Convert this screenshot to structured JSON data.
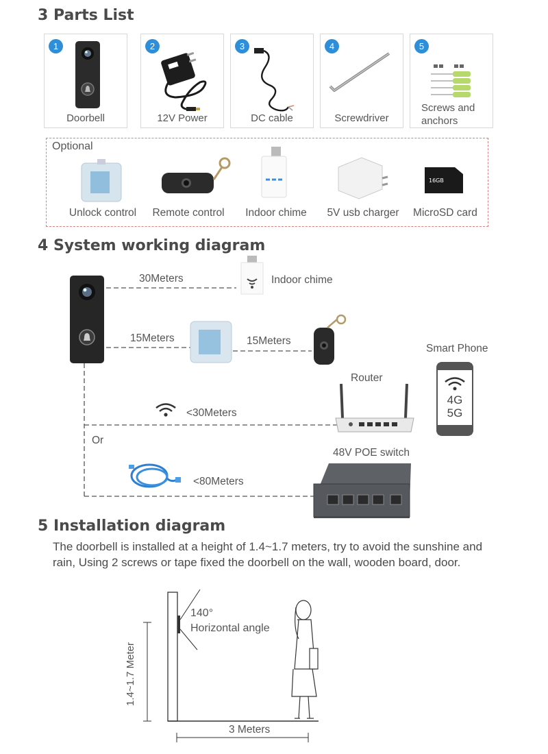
{
  "sections": {
    "parts_title": "3 Parts List",
    "system_title": "4 System working diagram",
    "install_title": "5  Installation diagram"
  },
  "parts": [
    {
      "number": "1",
      "label": "Doorbell",
      "icon": "doorbell-icon"
    },
    {
      "number": "2",
      "label": "12V Power",
      "icon": "power-adapter-icon"
    },
    {
      "number": "3",
      "label": "DC cable",
      "icon": "dc-cable-icon"
    },
    {
      "number": "4",
      "label": "Screwdriver",
      "icon": "screwdriver-icon"
    },
    {
      "number": "5",
      "label_line1": "Screws and",
      "label_line2": "anchors",
      "icon": "screws-icon"
    }
  ],
  "optional": {
    "title": "Optional",
    "items": [
      {
        "label": "Unlock control",
        "icon": "unlock-module-icon"
      },
      {
        "label": "Remote control",
        "icon": "remote-fob-icon"
      },
      {
        "label": "Indoor chime",
        "icon": "chime-icon"
      },
      {
        "label": "5V usb charger",
        "icon": "usb-charger-icon"
      },
      {
        "label": "MicroSD card",
        "icon": "microsd-icon"
      }
    ]
  },
  "system": {
    "chime_distance": "30Meters",
    "chime_label": "Indoor chime",
    "unlock_distance": "15Meters",
    "remote_distance": "15Meters",
    "smartphone_label": "Smart Phone",
    "phone_4g": "4G",
    "phone_5g": "5G",
    "router_label": "Router",
    "wifi_distance": "<30Meters",
    "or_label": "Or",
    "poe_label": "48V POE switch",
    "cable_distance": "<80Meters"
  },
  "install": {
    "description": "The doorbell is installed at a height of 1.4~1.7 meters, try to avoid the sunshine and rain, Using 2 screws or tape fixed the doorbell on the wall, wooden board, door.",
    "angle_value": "140°",
    "angle_label": "Horizontal angle",
    "height_label": "1.4~1.7 Meter",
    "distance_label": "3 Meters"
  }
}
